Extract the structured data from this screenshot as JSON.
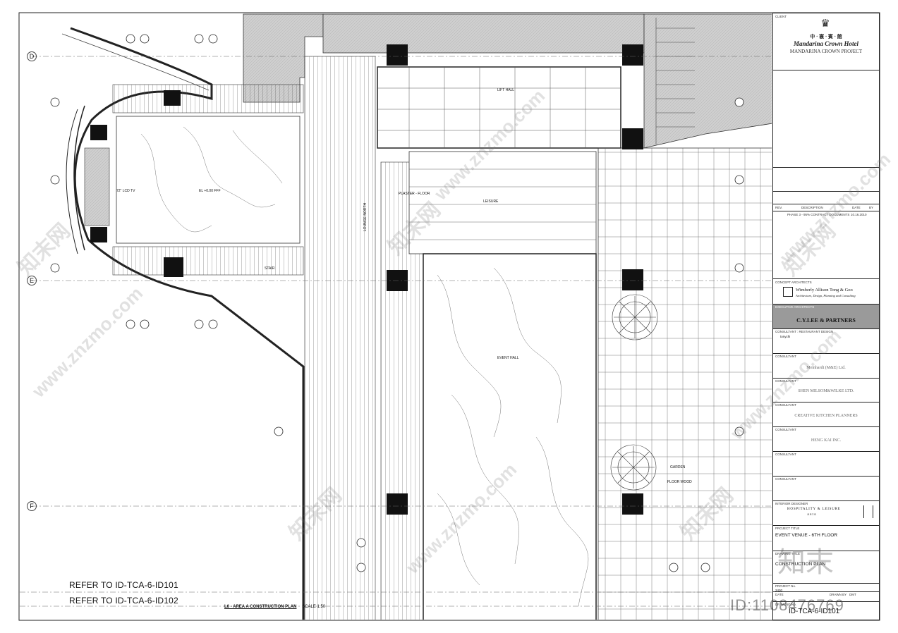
{
  "title_block": {
    "client_label": "CLIENT",
    "client_logo_text": "中 · 寰 · 賓 · 館",
    "client_name": "Mandarina Crown Hotel",
    "project_name": "MANDARINA CROWN PROJECT",
    "rev_header": "REV.",
    "desc_header": "DESCRIPTION",
    "date_header": "DATE",
    "by_header": "BY",
    "revision_entry": "PHASE 3 - 95% CONTRACT DOCUMENTS",
    "revision_date": "10.16.2010",
    "concept_label": "CONCEPT ARCHITECTS",
    "concept_name": "Wimberly Allison Tong & Goo",
    "concept_sub": "Architecture, Design, Planning and Consulting",
    "exec_label": "EXECUTIVE ARCHITECTS",
    "exec_name": "C.Y.LEE & PARTNERS",
    "consultant_label": "CONSULTANT",
    "consultant1_label": "CONSULTANT : RESTAURANT DESIGN",
    "consultant1_name": "tonychi",
    "consultant2": "Meinhardt (M&E) Ltd.",
    "consultant3": "SHEN MILSOM&WILKE LTD.",
    "consultant4": "CREATIVE KITCHEN PLANNERS",
    "consultant5": "HENG KAI INC.",
    "interior_label": "INTERIOR DESIGNER",
    "interior_name": "HOSPITALITY & LEISURE",
    "interior_sub": "ASIA",
    "project_title_label": "PROJECT TITLE",
    "project_title": "EVENT VENUE - 6TH FLOOR",
    "drawing_title_label": "DRAWING TITLE",
    "drawing_title": "CONSTRUCTION PLAN",
    "project_no_label": "PROJECT No.",
    "project_no": "2430",
    "date_label": "DATE",
    "drawn_by_label": "DRAWN BY",
    "drawn_by": "DMT",
    "drawing_no_label": "DRAWING No.",
    "drawing_no": "ID-TCA-6-ID101"
  },
  "references": [
    "REFER TO ID-TCA-6-ID101",
    "REFER TO ID-TCA-6-ID102"
  ],
  "plan_caption": "L6 - AREA A CONSTRUCTION PLAN",
  "plan_scale": "SCALE 1:50",
  "grid_axes": [
    "D",
    "E",
    "F"
  ],
  "room_labels": [
    "LIFT HALL",
    "LEISURE",
    "EVENT HALL",
    "LOUNGE NORTH",
    "GARDEN",
    "STAIR"
  ],
  "plan_notes": [
    "72\" LCD TV",
    "PLASTER - FLOOR",
    "EL +0.00 FFF",
    "FLOOR WOOD"
  ],
  "watermark_text": "www.znzmo.com",
  "watermark_brand": "知末网",
  "watermark_logo": "知末",
  "watermark_id": "ID:1108476769"
}
